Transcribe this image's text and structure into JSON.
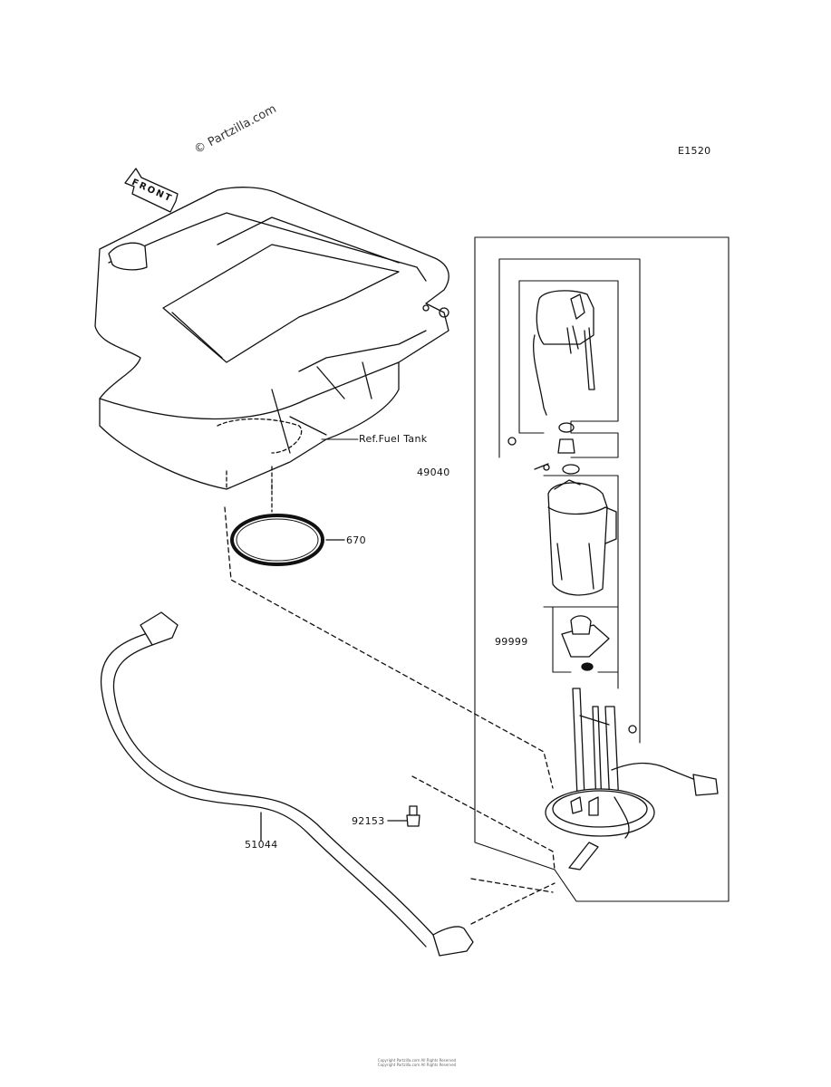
{
  "diagram": {
    "code": "E1520",
    "watermark": "© Partzilla.com",
    "front_label": "FRONT",
    "ref_label": "Ref.Fuel Tank",
    "parts": [
      {
        "id": "p49040",
        "number": "49040"
      },
      {
        "id": "p670",
        "number": "670"
      },
      {
        "id": "p99999",
        "number": "99999"
      },
      {
        "id": "p92153",
        "number": "92153"
      },
      {
        "id": "p51044",
        "number": "51044"
      }
    ],
    "footer": [
      "Copyright Partzilla.com All Rights Reserved",
      "Copyright Partzilla.com All Rights Reserved"
    ]
  }
}
